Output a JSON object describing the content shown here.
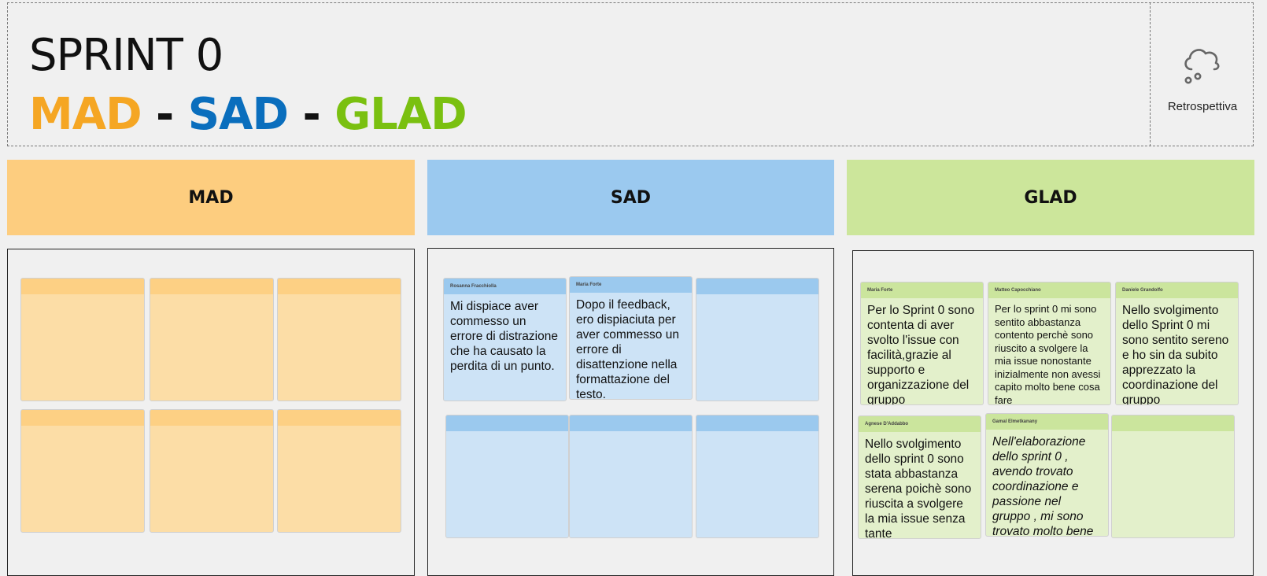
{
  "header": {
    "title": "SPRINT 0",
    "subtitle": {
      "mad": "MAD",
      "sep1": " - ",
      "sad": "SAD",
      "sep2": " - ",
      "glad": "GLAD"
    },
    "retro_icon": "cloud-hail-icon",
    "retro_label": "Retrospettiva"
  },
  "colors": {
    "mad": "#f5a623",
    "sad": "#0a6ebd",
    "glad": "#7ac010",
    "mad_header": "#fdcd7f",
    "sad_header": "#9bc9ef",
    "glad_header": "#cce69b"
  },
  "columns": {
    "mad": {
      "title": "MAD"
    },
    "sad": {
      "title": "SAD"
    },
    "glad": {
      "title": "GLAD"
    }
  },
  "notes": {
    "mad": [
      {
        "author": "",
        "text": ""
      },
      {
        "author": "",
        "text": ""
      },
      {
        "author": "",
        "text": ""
      },
      {
        "author": "",
        "text": ""
      },
      {
        "author": "",
        "text": ""
      },
      {
        "author": "",
        "text": ""
      }
    ],
    "sad": [
      {
        "author": "Rosanna Fracchiolla",
        "text": "Mi dispiace aver commesso un errore di distrazione che ha causato la perdita di un punto."
      },
      {
        "author": "Maria Forte",
        "text": "Dopo il feedback, ero dispiaciuta per aver commesso un errore di disattenzione nella formattazione del testo."
      },
      {
        "author": "",
        "text": ""
      },
      {
        "author": "",
        "text": ""
      },
      {
        "author": "",
        "text": ""
      },
      {
        "author": "",
        "text": ""
      }
    ],
    "glad": [
      {
        "author": "Maria Forte",
        "text": "Per lo Sprint 0 sono contenta di aver svolto l'issue con facilità,grazie al supporto e organizzazione del gruppo"
      },
      {
        "author": "Matteo Capocchiano",
        "text": "Per lo sprint 0 mi sono sentito abbastanza contento perchè sono riuscito a svolgere la mia issue nonostante inizialmente non avessi capito molto bene cosa fare"
      },
      {
        "author": "Daniele Grandolfo",
        "text": "Nello svolgimento dello Sprint 0 mi sono sentito sereno e ho sin da subito apprezzato la coordinazione del gruppo"
      },
      {
        "author": "Agnese D'Addabbo",
        "text": "Nello svolgimento dello sprint 0 sono stata abbastanza serena poichè sono riuscita a svolgere la mia issue senza tante"
      },
      {
        "author": "Gamal Elmetkanany",
        "text": "Nell'elaborazione dello sprint 0 , avendo trovato coordinazione e passione nel gruppo , mi sono trovato molto bene"
      },
      {
        "author": "",
        "text": ""
      }
    ]
  }
}
